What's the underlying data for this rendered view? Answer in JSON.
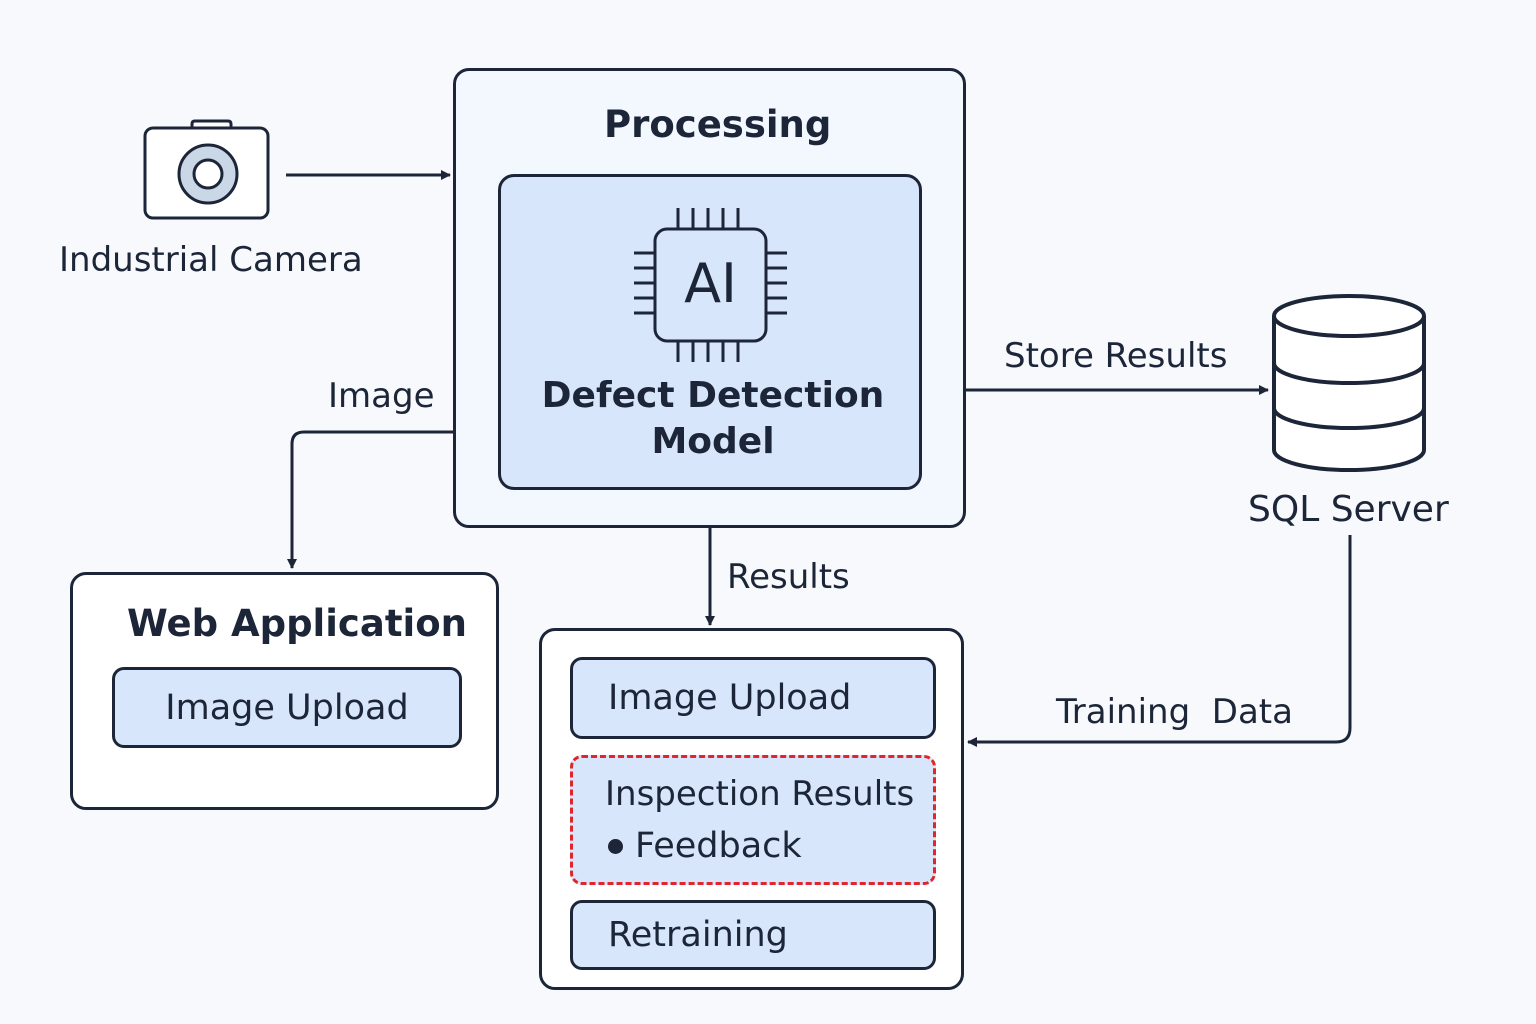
{
  "camera": {
    "label": "Industrial Camera",
    "icon": "camera-icon"
  },
  "processing": {
    "title": "Processing",
    "chip_text": "AI",
    "chip_icon": "ai-chip-icon",
    "model_line1": "Defect Detection",
    "model_line2": "Model"
  },
  "database": {
    "label": "SQL Server",
    "icon": "database-icon"
  },
  "web_app": {
    "title": "Web Application",
    "item": "Image Upload"
  },
  "results_panel": {
    "item1": "Image Upload",
    "item2_title": "Inspection Results",
    "item2_bullet": "Feedback",
    "item3": "Retraining"
  },
  "edges": {
    "image": "Image",
    "store_results": "Store Results",
    "results": "Results",
    "training_data": "Training  Data"
  },
  "colors": {
    "stroke": "#1c2638",
    "panel_fill": "#f3f7fe",
    "box_fill": "#d8e6fb",
    "highlight_dash": "#e0262b",
    "background": "#f7f9fc"
  }
}
